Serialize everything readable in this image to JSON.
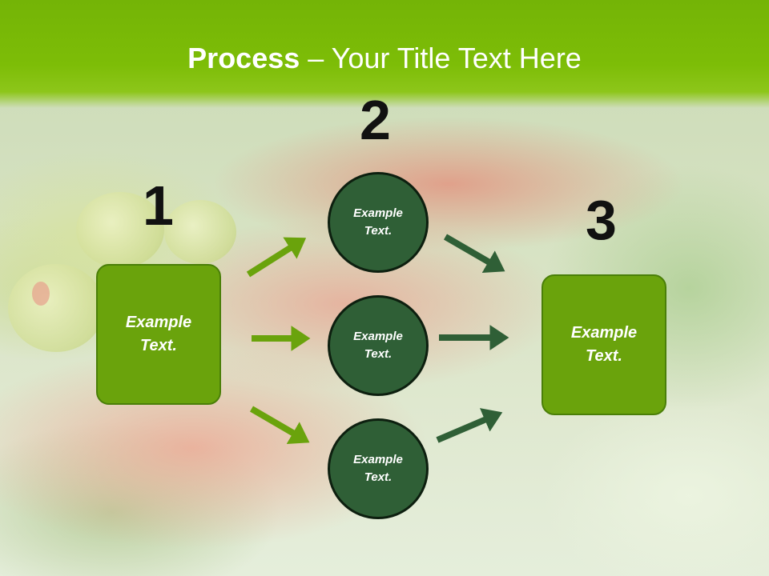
{
  "slide": {
    "title_bold": "Process",
    "title_rest": " – Your Title Text Here",
    "steps": [
      "1",
      "2",
      "3"
    ],
    "left_box": {
      "line1": "Example",
      "line2": "Text."
    },
    "right_box": {
      "line1": "Example",
      "line2": "Text."
    },
    "circles": [
      {
        "line1": "Example",
        "line2": "Text."
      },
      {
        "line1": "Example",
        "line2": "Text."
      },
      {
        "line1": "Example",
        "line2": "Text."
      }
    ]
  },
  "colors": {
    "title_bar": "#7dbd07",
    "box_fill": "#6aa30c",
    "circle_fill": "#2f5f36",
    "arrow_light": "#6aa30c",
    "arrow_dark": "#2f5f36"
  }
}
